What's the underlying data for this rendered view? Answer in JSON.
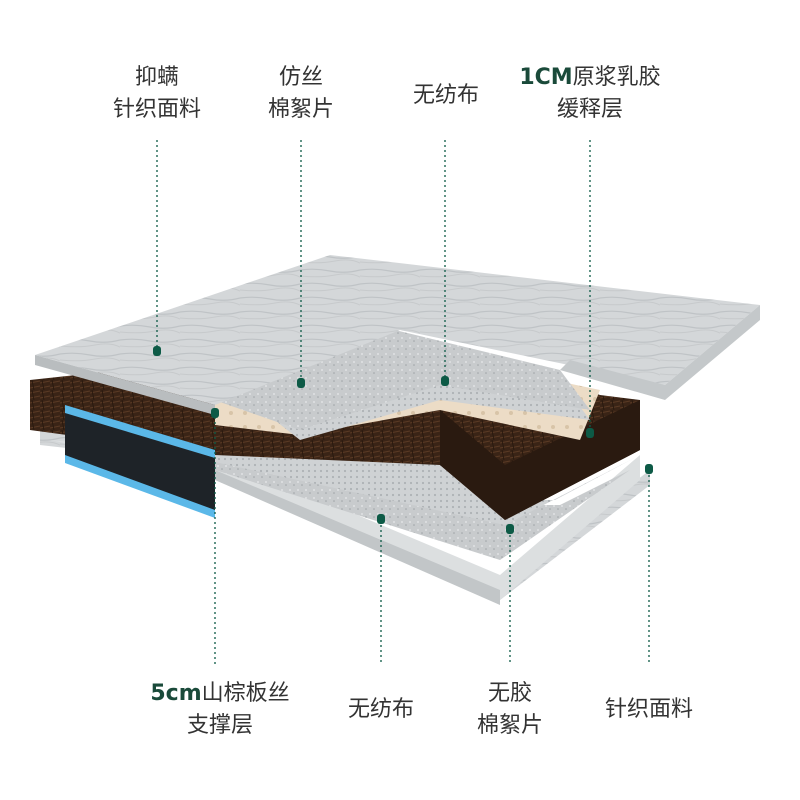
{
  "colors": {
    "accent": "#0d5a46",
    "text": "#333333",
    "highlight_text": "#1a4a3a",
    "coir": "#3a2416",
    "latex": "#ecdcc6",
    "fabric": "#d9dcdd",
    "side_band": "#5bb8e8"
  },
  "labels": {
    "top_knit": {
      "line1": "抑螨",
      "line2": "针织面料"
    },
    "silk_wadding": {
      "line1": "仿丝",
      "line2": "棉絮片"
    },
    "nonwoven_top": {
      "line1": "无纺布"
    },
    "latex": {
      "line1_a": "1CM",
      "line1_b": "原浆乳胶",
      "line2": "缓释层"
    },
    "coir": {
      "line1_a": "5cm",
      "line1_b": "山棕板丝",
      "line2": "支撑层"
    },
    "nonwoven_bottom": {
      "line1": "无纺布"
    },
    "glueless_wadding": {
      "line1": "无胶",
      "line2": "棉絮片"
    },
    "bottom_knit": {
      "line1": "针织面料"
    }
  }
}
